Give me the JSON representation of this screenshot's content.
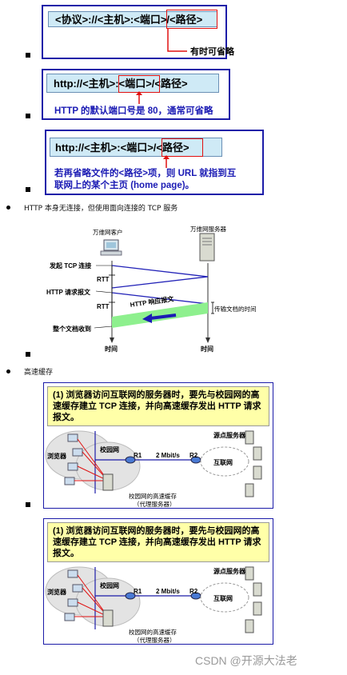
{
  "url_box1": {
    "field_text": "<协议>://<主机>:<端口>/<路径>",
    "note": "有时可省略"
  },
  "url_box2": {
    "field_prefix": "http://<主机>:",
    "field_highlight": "<端口>",
    "field_suffix": "/<路径>",
    "caption": "HTTP 的默认端口号是 80，通常可省略"
  },
  "url_box3": {
    "field_prefix": "http://<主机>:<端口>",
    "field_highlight": "/<路径>",
    "caption_line1": "若再省略文件的<路径>项，则 URL 就指到互",
    "caption_line2": "联网上的某个主页 (home page)。"
  },
  "section_tcp": {
    "heading": "HTTP 本身无连接，但使用面向连接的 TCP 服务",
    "client_label": "万维网客户",
    "server_label": "万维网服务器",
    "steps": [
      "发起 TCP 连接",
      "HTTP 请求报文",
      "整个文档收到"
    ],
    "rtt1": "RTT",
    "rtt2": "RTT",
    "response_label": "HTTP 响应报文",
    "transfer_label": "传输文档的时间",
    "time_left": "时间",
    "time_right": "时间"
  },
  "section_cache": {
    "heading": "高速缓存",
    "note": "(1) 浏览器访问互联网的服务器时，要先与校园网的高速缓存建立 TCP 连接，并向高速缓存发出 HTTP 请求报文。",
    "campus_label": "校园网",
    "browser_label": "浏览器",
    "r1": "R1",
    "r2": "R2",
    "bandwidth": "2 Mbit/s",
    "internet_label": "互联网",
    "origin_label": "源点服务器",
    "cache_label_line1": "校园网的高速缓存",
    "cache_label_line2": "（代理服务器）"
  },
  "watermark": "CSDN @开源大法老",
  "colors": {
    "box_border": "#1c1ca8",
    "field_bg": "#cfeaf6",
    "highlight": "#e01010",
    "caption_blue": "#1b1bb4",
    "note_bg": "#ffffa8",
    "transfer_green": "#8ef08e"
  }
}
